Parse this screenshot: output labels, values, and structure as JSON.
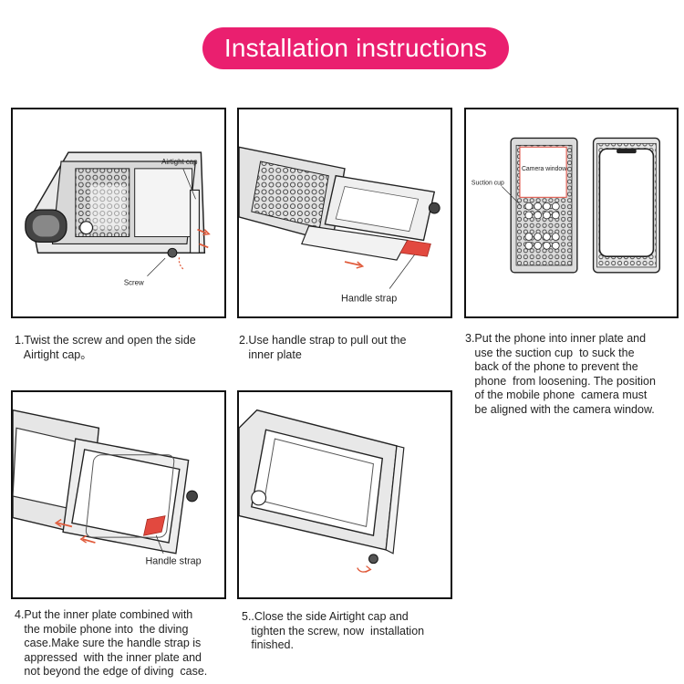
{
  "header": {
    "title": "Installation instructions"
  },
  "steps": [
    {
      "caption": "1.Twist the screw and open the side\n   Airtight cap。",
      "labels": {
        "airtight_cap": "Airtight cap",
        "screw": "Screw"
      }
    },
    {
      "caption": "2.Use handle strap to pull out the\n   inner plate",
      "labels": {
        "handle_strap": "Handle strap"
      }
    },
    {
      "caption": "3.Put the phone into inner plate and\n   use the suction cup  to suck the\n   back of the phone to prevent the\n   phone  from loosening. The position\n   of the mobile phone  camera must\n   be aligned with the camera window.",
      "labels": {
        "suction_cup": "Suction cup",
        "camera_window": "Camera window"
      }
    },
    {
      "caption": "4.Put the inner plate combined with\n   the mobile phone into  the diving\n   case.Make sure the handle strap is\n   appressed  with the inner plate and\n   not beyond the edge of diving  case.",
      "labels": {
        "handle_strap": "Handle strap"
      }
    },
    {
      "caption": "5..Close the side Airtight cap and\n   tighten the screw, now  installation\n   finished.",
      "labels": {}
    }
  ],
  "colors": {
    "accent": "#ea1f6f",
    "strap": "#e2493f",
    "arrow": "#e05a3a"
  }
}
